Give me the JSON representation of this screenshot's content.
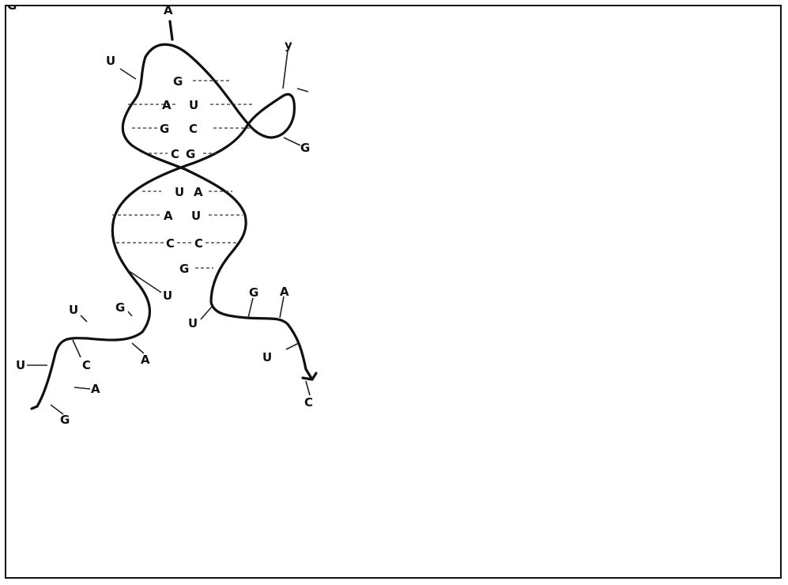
{
  "diagram": {
    "bases": [
      {
        "id": "b1",
        "text": "A"
      },
      {
        "id": "b2",
        "text": "U"
      },
      {
        "id": "b3",
        "text": "G"
      },
      {
        "id": "b4",
        "text": "A"
      },
      {
        "id": "b5",
        "text": "U"
      },
      {
        "id": "b6",
        "text": "y"
      },
      {
        "id": "b7",
        "text": "G"
      },
      {
        "id": "b8",
        "text": "C"
      },
      {
        "id": "b9",
        "text": "C"
      },
      {
        "id": "b10",
        "text": "G"
      },
      {
        "id": "b11",
        "text": "G"
      },
      {
        "id": "b12",
        "text": "U"
      },
      {
        "id": "b13",
        "text": "A"
      },
      {
        "id": "b14",
        "text": "A"
      },
      {
        "id": "b15",
        "text": "U"
      },
      {
        "id": "b16",
        "text": "C"
      },
      {
        "id": "b17",
        "text": "C"
      },
      {
        "id": "b18",
        "text": "G"
      },
      {
        "id": "b19",
        "text": "U"
      },
      {
        "id": "b20",
        "text": "U"
      },
      {
        "id": "b21",
        "text": "G"
      },
      {
        "id": "b22",
        "text": "U"
      },
      {
        "id": "b23",
        "text": "G"
      },
      {
        "id": "b24",
        "text": "A"
      },
      {
        "id": "b25",
        "text": "U"
      },
      {
        "id": "b26",
        "text": "C"
      },
      {
        "id": "b27",
        "text": "A"
      },
      {
        "id": "b28",
        "text": "G"
      },
      {
        "id": "b29",
        "text": "A"
      },
      {
        "id": "b30",
        "text": "U"
      },
      {
        "id": "b31",
        "text": "C"
      },
      {
        "id": "b32",
        "text": "G"
      }
    ]
  }
}
